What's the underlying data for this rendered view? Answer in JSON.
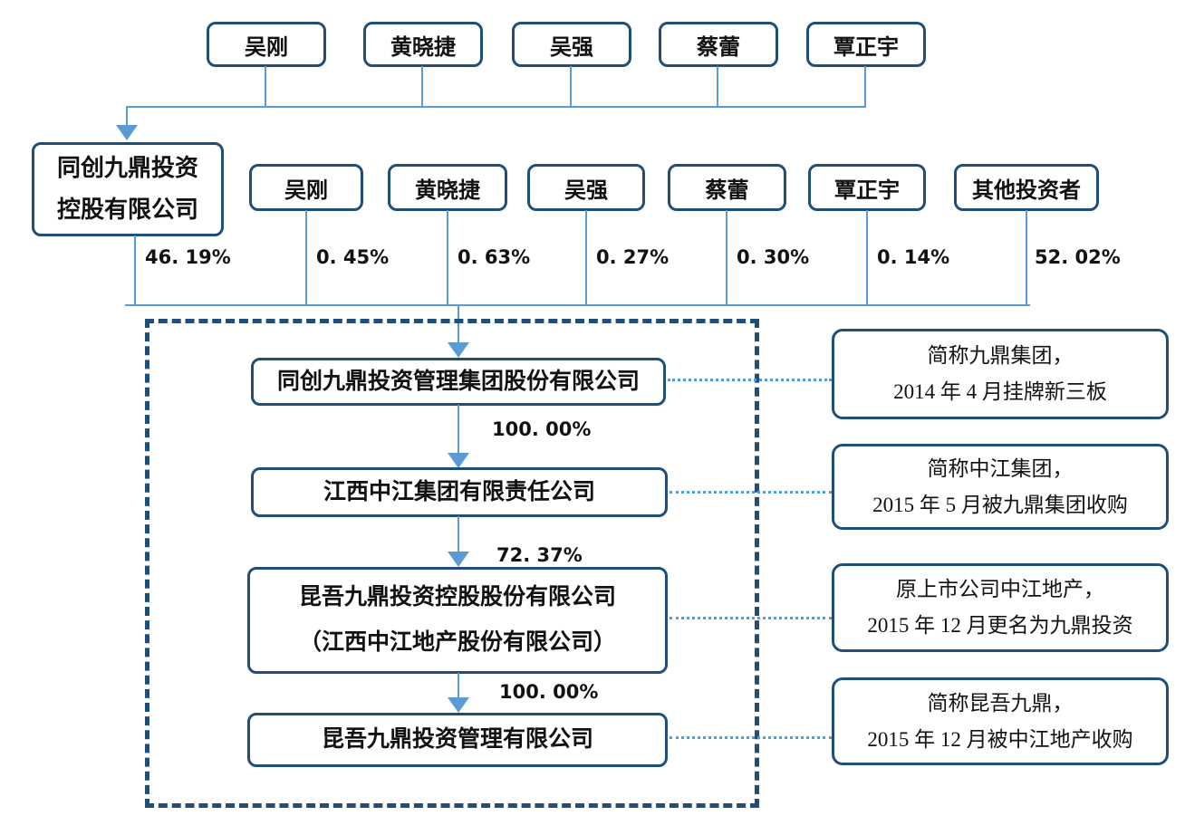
{
  "colors": {
    "box_border": "#1f4e79",
    "dashed_border": "#1f4e79",
    "line": "#5b9bd5",
    "text": "#121212"
  },
  "top_row": {
    "shareholders": [
      {
        "label": "吴刚"
      },
      {
        "label": "黄晓捷"
      },
      {
        "label": "吴强"
      },
      {
        "label": "蔡蕾"
      },
      {
        "label": "覃正宇"
      }
    ]
  },
  "second_row": {
    "holding_company": {
      "name_line1": "同创九鼎投资",
      "name_line2": "控股有限公司",
      "percent": "46. 19%"
    },
    "shareholders": [
      {
        "label": "吴刚",
        "percent": "0. 45%"
      },
      {
        "label": "黄晓捷",
        "percent": "0. 63%"
      },
      {
        "label": "吴强",
        "percent": "0. 27%"
      },
      {
        "label": "蔡蕾",
        "percent": "0. 30%"
      },
      {
        "label": "覃正宇",
        "percent": "0. 14%"
      },
      {
        "label": "其他投资者",
        "percent": "52. 02%"
      }
    ]
  },
  "chain": {
    "companies": [
      {
        "name": "同创九鼎投资管理集团股份有限公司"
      },
      {
        "name": "江西中江集团有限责任公司",
        "ownership_percent": "100. 00%"
      },
      {
        "name_line1": "昆吾九鼎投资控股股份有限公司",
        "name_line2": "（江西中江地产股份有限公司）",
        "ownership_percent": "72. 37%"
      },
      {
        "name": "昆吾九鼎投资管理有限公司",
        "ownership_percent": "100. 00%"
      }
    ]
  },
  "annotations": [
    {
      "line1": "简称九鼎集团，",
      "line2": "2014 年 4 月挂牌新三板"
    },
    {
      "line1": "简称中江集团，",
      "line2": "2015 年 5 月被九鼎集团收购"
    },
    {
      "line1": "原上市公司中江地产，",
      "line2": "2015 年 12 月更名为九鼎投资"
    },
    {
      "line1": "简称昆吾九鼎，",
      "line2": "2015 年 12 月被中江地产收购"
    }
  ]
}
